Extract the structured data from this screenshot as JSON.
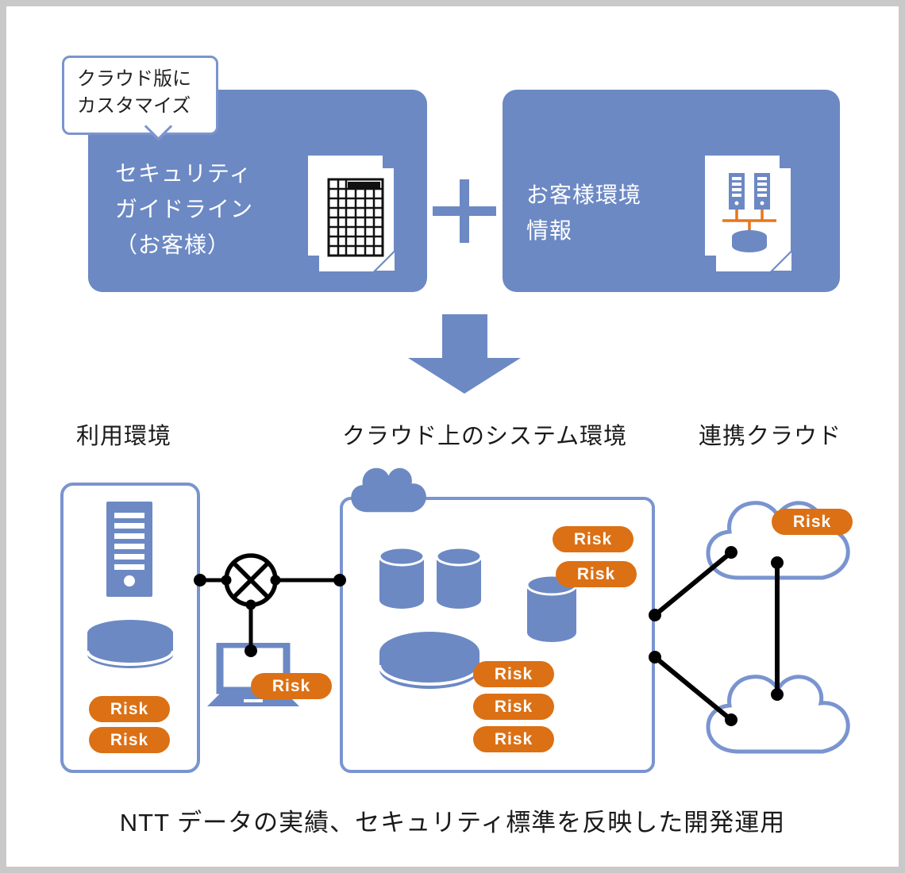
{
  "colors": {
    "solid_blue": "#6C89C4",
    "outline_blue": "#7A94CF",
    "risk_orange": "#DC7014",
    "connector_black": "#000000",
    "frame_gray": "#C9C9C9",
    "doc_line_orange": "#E8761B",
    "text_dark": "#1A1A1A",
    "text_white": "#FFFFFF"
  },
  "callout": {
    "lines": [
      "クラウド版に",
      "カスタマイズ"
    ]
  },
  "top_row": {
    "guideline_box": {
      "lines": [
        "セキュリティ",
        "ガイドライン",
        "（お客様）"
      ]
    },
    "env_info_box": {
      "lines": [
        "お客様環境",
        "情報"
      ]
    }
  },
  "section_labels": {
    "usage_env": "利用環境",
    "cloud_system_env": "クラウド上のシステム環境",
    "linked_cloud": "連携クラウド"
  },
  "badges": {
    "risk_label": "Risk"
  },
  "footer": {
    "text": "NTT データの実績、セキュリティ標準を反映した開発運用"
  },
  "icons": {
    "spreadsheet_document": "stacked pages with table grid",
    "server_document": "stacked pages with two servers wired to a database",
    "plus": "plus sign",
    "down_arrow": "downward block arrow",
    "server_tower": "server rack tower",
    "database": "database cylinder",
    "network_node": "circled X network node",
    "laptop": "laptop computer",
    "cloud_solid": "solid cloud",
    "cloud_outline": "outlined cloud"
  }
}
